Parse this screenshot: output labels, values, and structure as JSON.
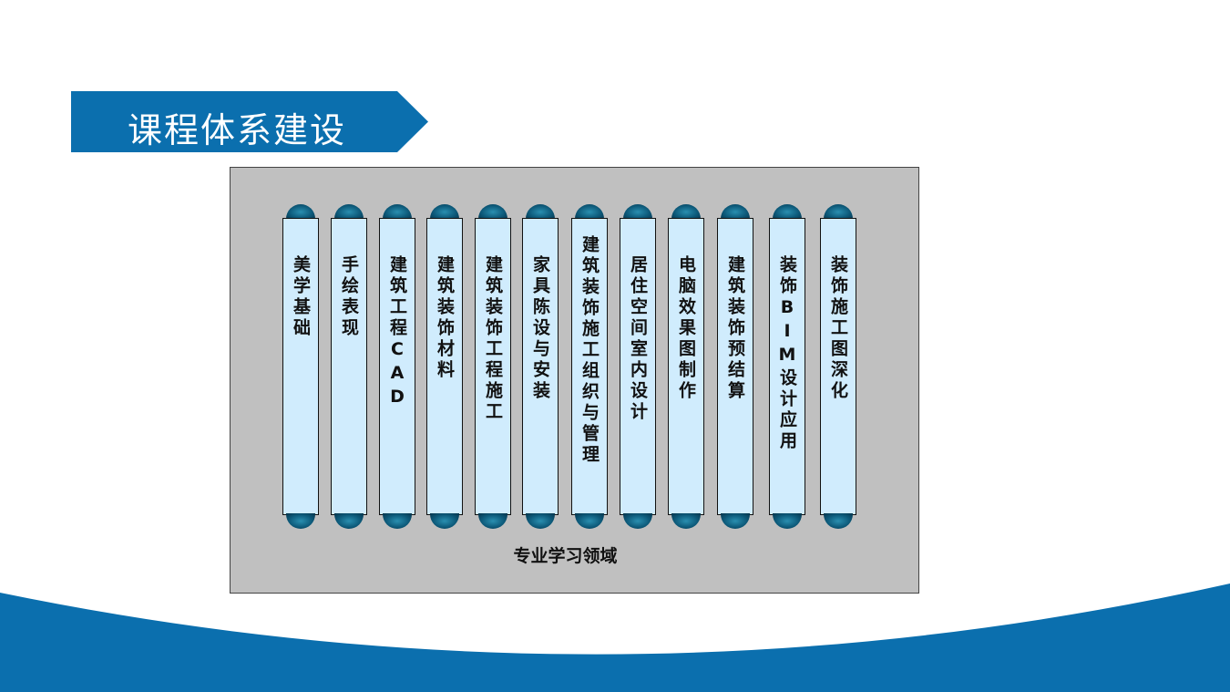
{
  "title": "课程体系建设",
  "caption": "专业学习领域",
  "courses": [
    "美学基础",
    "手绘表现",
    "建筑工程CAD",
    "建筑装饰材料",
    "建筑装饰工程施工",
    "家具陈设与安装",
    "建筑装饰施工组织与管理",
    "居住空间室内设计",
    "电脑效果图制作",
    "建筑装饰预结算",
    "装饰BIM设计应用",
    "装饰施工图深化"
  ],
  "colors": {
    "brand_blue": "#0b6fae",
    "scroll_body": "#d0ecfd",
    "panel": "#c0c0c0"
  }
}
